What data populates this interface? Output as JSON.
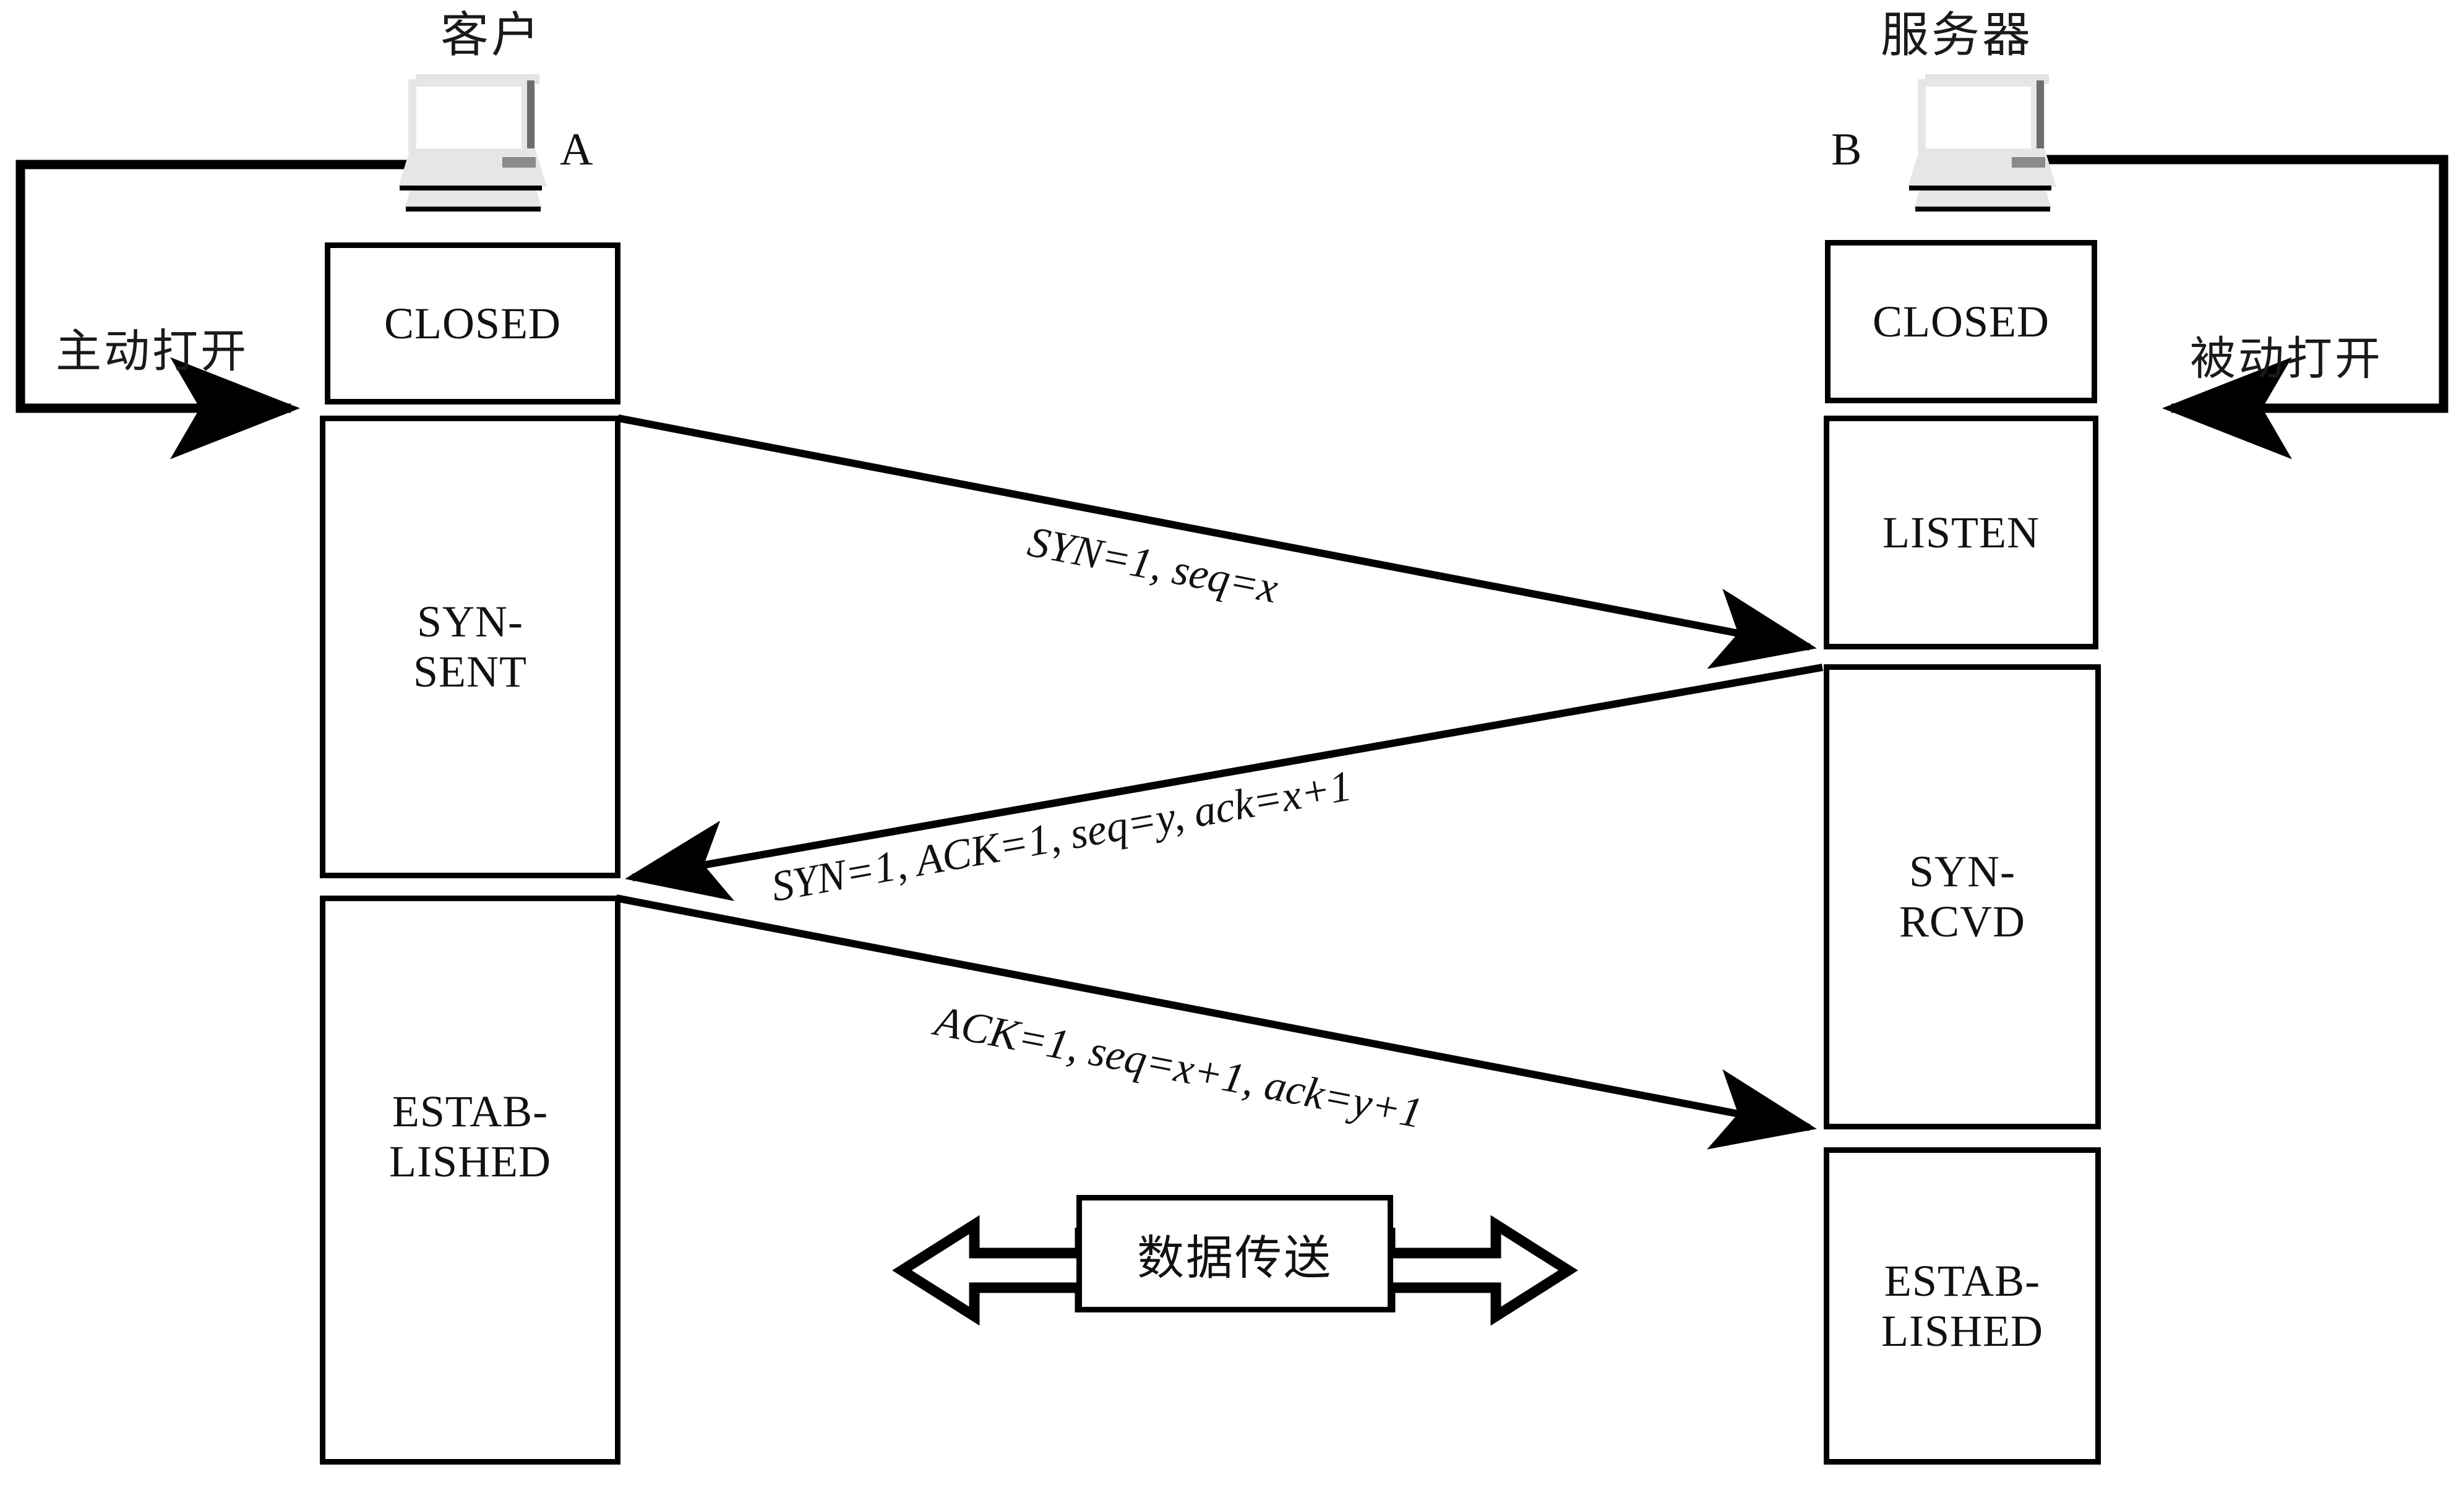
{
  "diagram": {
    "title": "TCP three-way handshake",
    "hosts": {
      "client": {
        "name": "客户",
        "letter": "A",
        "icon": "computer-icon"
      },
      "server": {
        "name": "服务器",
        "letter": "B",
        "icon": "computer-icon"
      }
    },
    "callouts": {
      "active_open": "主动打开",
      "passive_open": "被动打开"
    },
    "client_states": [
      {
        "id": "closed",
        "label": "CLOSED"
      },
      {
        "id": "syn-sent",
        "label": "SYN-\nSENT"
      },
      {
        "id": "established",
        "label": "ESTAB-\nLISHED"
      }
    ],
    "server_states": [
      {
        "id": "closed",
        "label": "CLOSED"
      },
      {
        "id": "listen",
        "label": "LISTEN"
      },
      {
        "id": "syn-rcvd",
        "label": "SYN-\nRCVD"
      },
      {
        "id": "established",
        "label": "ESTAB-\nLISHED"
      }
    ],
    "messages": [
      {
        "id": "syn",
        "label": "SYN=1, seq=x",
        "direction": "client-to-server"
      },
      {
        "id": "syn-ack",
        "label": "SYN=1, ACK=1, seq=y, ack=x+1",
        "direction": "server-to-client"
      },
      {
        "id": "ack",
        "label": "ACK=1, seq=x+1, ack=y+1",
        "direction": "client-to-server"
      }
    ],
    "data_transfer": {
      "label": "数据传送"
    },
    "colors": {
      "line": "#000000",
      "text": "#111111",
      "background": "#ffffff",
      "device_body": "#e6e6e6",
      "device_edge": "#6d6d6d",
      "device_accent": "#8a8a8a"
    }
  }
}
